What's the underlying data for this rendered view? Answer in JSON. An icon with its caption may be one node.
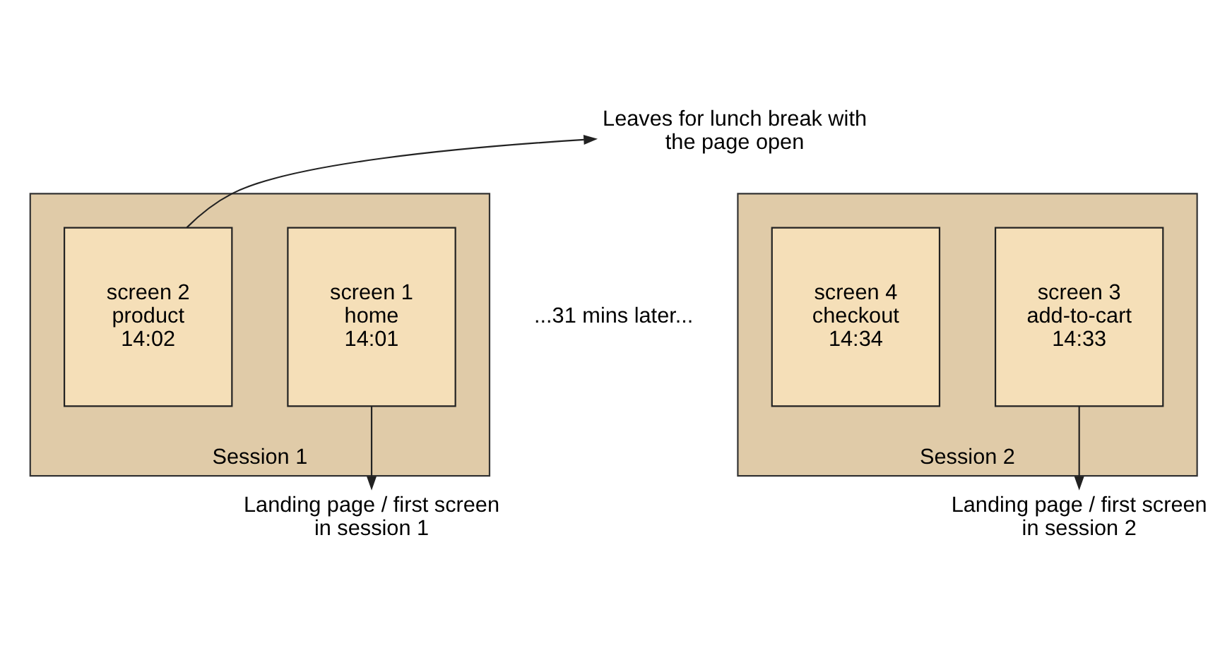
{
  "diagram": {
    "nodes": [
      {
        "text": [
          "Session 1"
        ]
      },
      {
        "text": [
          "screen 1",
          "home",
          "14:01"
        ],
        "in": 0
      },
      {
        "text": [
          "screen 2",
          "product",
          "14:02"
        ],
        "in": 0
      },
      {
        "text": [
          "Session 2"
        ]
      },
      {
        "text": [
          "screen 3",
          "add-to-cart",
          "14:33"
        ],
        "in": 3
      },
      {
        "text": [
          "screen 4",
          "checkout",
          "14:34"
        ],
        "in": 3
      },
      {
        "text": [
          "Leaves for lunch break with the page open"
        ]
      },
      {
        "text": [
          "Landing page / first screen in session 1"
        ]
      },
      {
        "text": [
          "Landing page / first screen in session 2"
        ]
      }
    ],
    "edges": [
      {
        "from": 2,
        "to": 6,
        "arrow": "to"
      },
      {
        "from": 1,
        "to": 7,
        "arrow": "to"
      },
      {
        "from": 4,
        "to": 8,
        "arrow": "to"
      }
    ],
    "labels": [
      "...31 mins later..."
    ]
  }
}
